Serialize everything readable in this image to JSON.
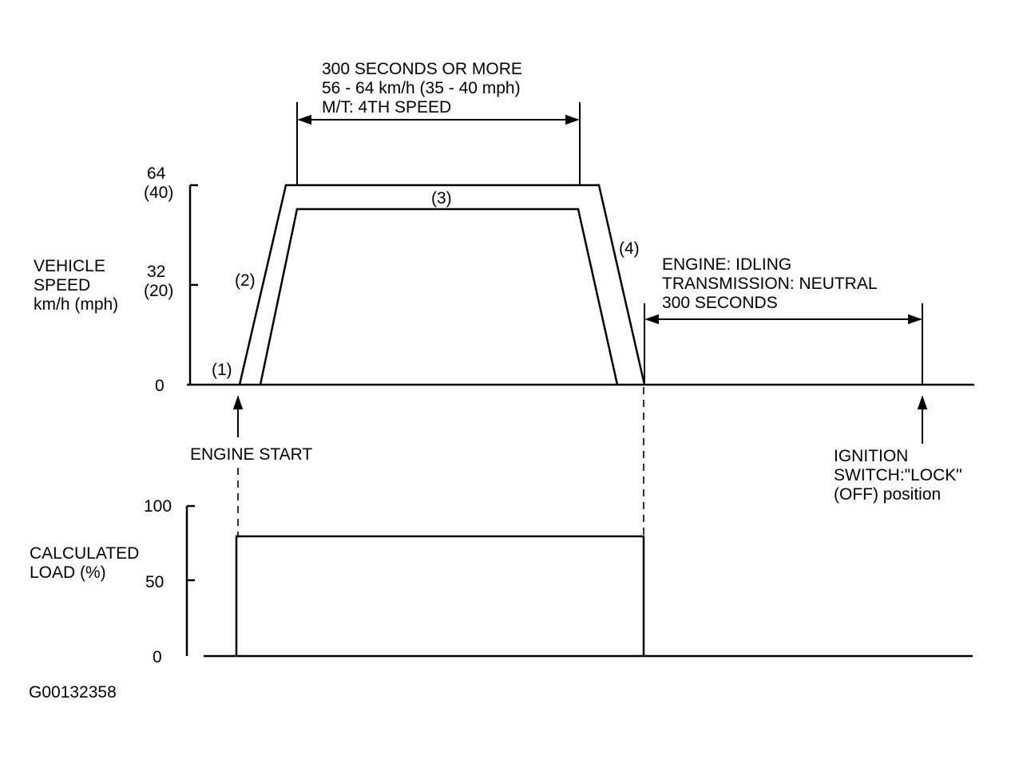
{
  "top_annotation": {
    "line1": "300 SECONDS OR MORE",
    "line2": "56 - 64 km/h (35 - 40 mph)",
    "line3": "M/T: 4TH SPEED"
  },
  "speed_chart": {
    "ylabel": [
      "VEHICLE",
      "SPEED",
      "km/h (mph)"
    ],
    "ticks": [
      {
        "kmh": "64",
        "mph": "(40)"
      },
      {
        "kmh": "32",
        "mph": "(20)"
      },
      {
        "kmh": "0",
        "mph": ""
      }
    ],
    "phase_labels": [
      "(1)",
      "(2)",
      "(3)",
      "(4)"
    ]
  },
  "idle_annotation": {
    "line1": "ENGINE: IDLING",
    "line2": "TRANSMISSION: NEUTRAL",
    "line3": "300 SECONDS"
  },
  "engine_start_label": "ENGINE START",
  "ignition_label": [
    "IGNITION",
    "SWITCH:\"LOCK\"",
    "(OFF) position"
  ],
  "load_chart": {
    "ylabel": [
      "CALCULATED",
      "LOAD (%)"
    ],
    "ticks": [
      "100",
      "50",
      "0"
    ]
  },
  "figure_id": "G00132358",
  "colors": {
    "ink": "#000000",
    "background": "#ffffff"
  }
}
